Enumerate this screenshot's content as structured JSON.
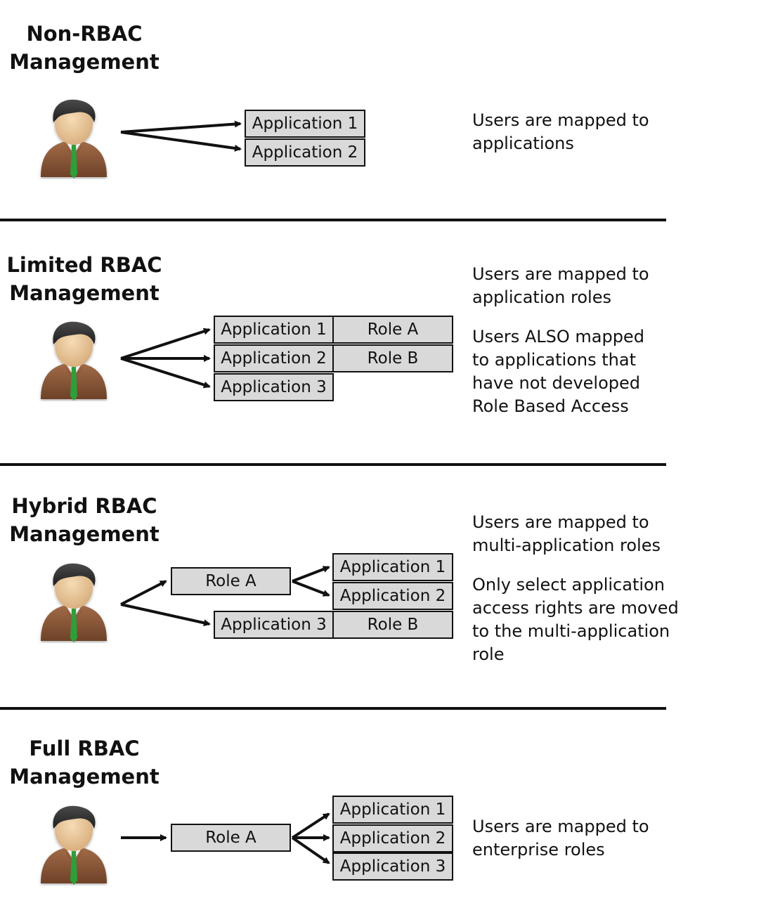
{
  "sections": [
    {
      "title_line1": "Non-RBAC",
      "title_line2": "Management",
      "boxes": [
        "Application 1",
        "Application 2"
      ],
      "desc": [
        "Users are mapped to",
        "applications"
      ]
    },
    {
      "title_line1": "Limited RBAC",
      "title_line2": "Management",
      "boxes": [
        "Application 1",
        "Application 2",
        "Application 3",
        "Role A",
        "Role B"
      ],
      "desc": [
        "Users are mapped to",
        "application roles"
      ],
      "desc2": [
        "Users ALSO mapped",
        "to applications that",
        "have not developed",
        "Role Based Access"
      ]
    },
    {
      "title_line1": "Hybrid RBAC",
      "title_line2": "Management",
      "boxes": [
        "Role A",
        "Application 1",
        "Application 2",
        "Application 3",
        "Role B"
      ],
      "desc": [
        "Users are mapped to",
        "multi-application roles"
      ],
      "desc2": [
        "Only select application",
        "access rights are moved",
        "to the multi-application",
        "role"
      ]
    },
    {
      "title_line1": "Full RBAC",
      "title_line2": "Management",
      "boxes": [
        "Role A",
        "Application 1",
        "Application 2",
        "Application 3"
      ],
      "desc": [
        "Users are mapped to",
        "enterprise roles"
      ]
    }
  ],
  "icons": {
    "user": "user-icon",
    "arrow": "arrow-icon"
  },
  "colors": {
    "box_fill": "#d9d9d9",
    "suit": "#8a5a3c",
    "tie": "#2e9e3a",
    "skin": "#e8c9a0",
    "hair": "#333333"
  }
}
